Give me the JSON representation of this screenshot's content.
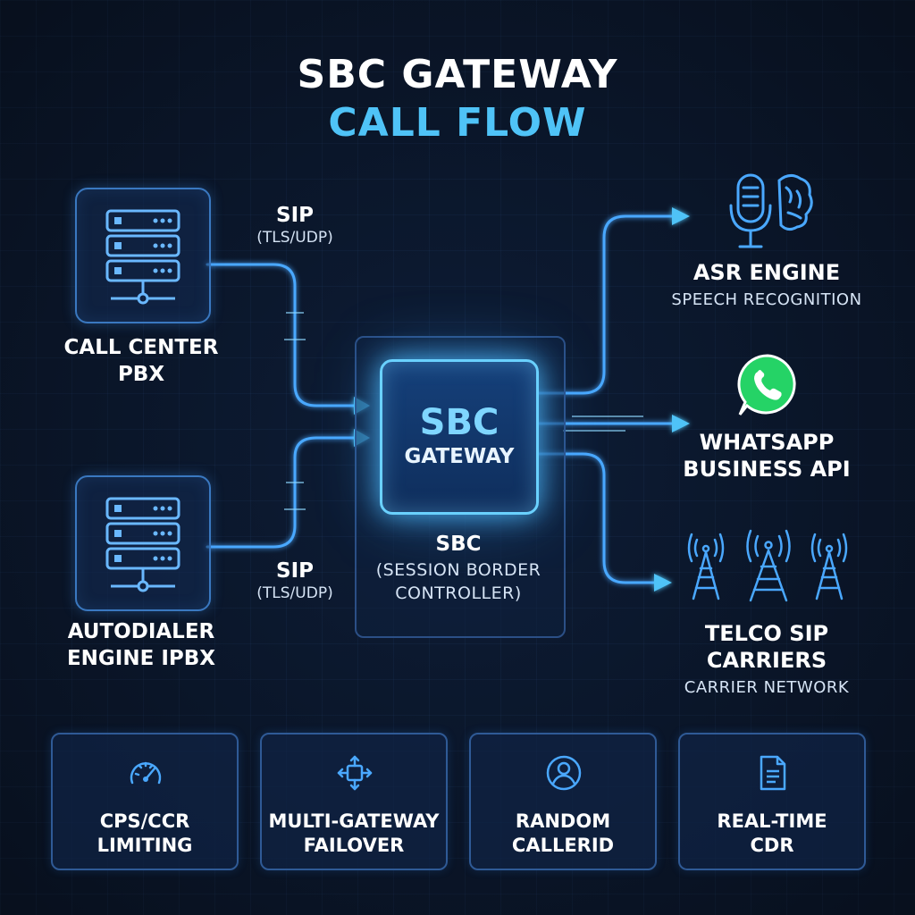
{
  "title": {
    "line1": "SBC GATEWAY",
    "line2": "CALL FLOW"
  },
  "colors": {
    "accent": "#4fc3f7",
    "background": "#0b1628",
    "whatsapp": "#25d366",
    "wire": "#4aa8ff"
  },
  "sources": [
    {
      "label_line1": "CALL CENTER",
      "label_line2": "PBX",
      "icon": "server-rack-icon"
    },
    {
      "label_line1": "AUTODIALER",
      "label_line2": "ENGINE IPBX",
      "icon": "server-rack-icon"
    }
  ],
  "links": {
    "top": {
      "protocol": "SIP",
      "transport": "(TLS/UDP)"
    },
    "bottom": {
      "protocol": "SIP",
      "transport": "(TLS/UDP)"
    }
  },
  "sbc": {
    "core_title": "SBC",
    "core_subtitle": "GATEWAY",
    "caption_title": "SBC",
    "caption_line1": "(SESSION BORDER",
    "caption_line2": "CONTROLLER)"
  },
  "destinations": [
    {
      "title_line1": "ASR ENGINE",
      "title_line2": "",
      "subtitle": "SPEECH RECOGNITION",
      "icon": "microphone-brain-icon"
    },
    {
      "title_line1": "WHATSAPP",
      "title_line2": "BUSINESS API",
      "subtitle": "",
      "icon": "whatsapp-icon"
    },
    {
      "title_line1": "TELCO SIP",
      "title_line2": "CARRIERS",
      "subtitle": "CARRIER NETWORK",
      "icon": "cell-tower-icon"
    }
  ],
  "features": [
    {
      "line1": "CPS/CCR",
      "line2": "LIMITING",
      "icon": "speedometer-icon"
    },
    {
      "line1": "MULTI-GATEWAY",
      "line2": "FAILOVER",
      "icon": "failover-arrows-icon"
    },
    {
      "line1": "RANDOM",
      "line2": "CALLERID",
      "icon": "user-circle-icon"
    },
    {
      "line1": "REAL-TIME",
      "line2": "CDR",
      "icon": "document-icon"
    }
  ]
}
